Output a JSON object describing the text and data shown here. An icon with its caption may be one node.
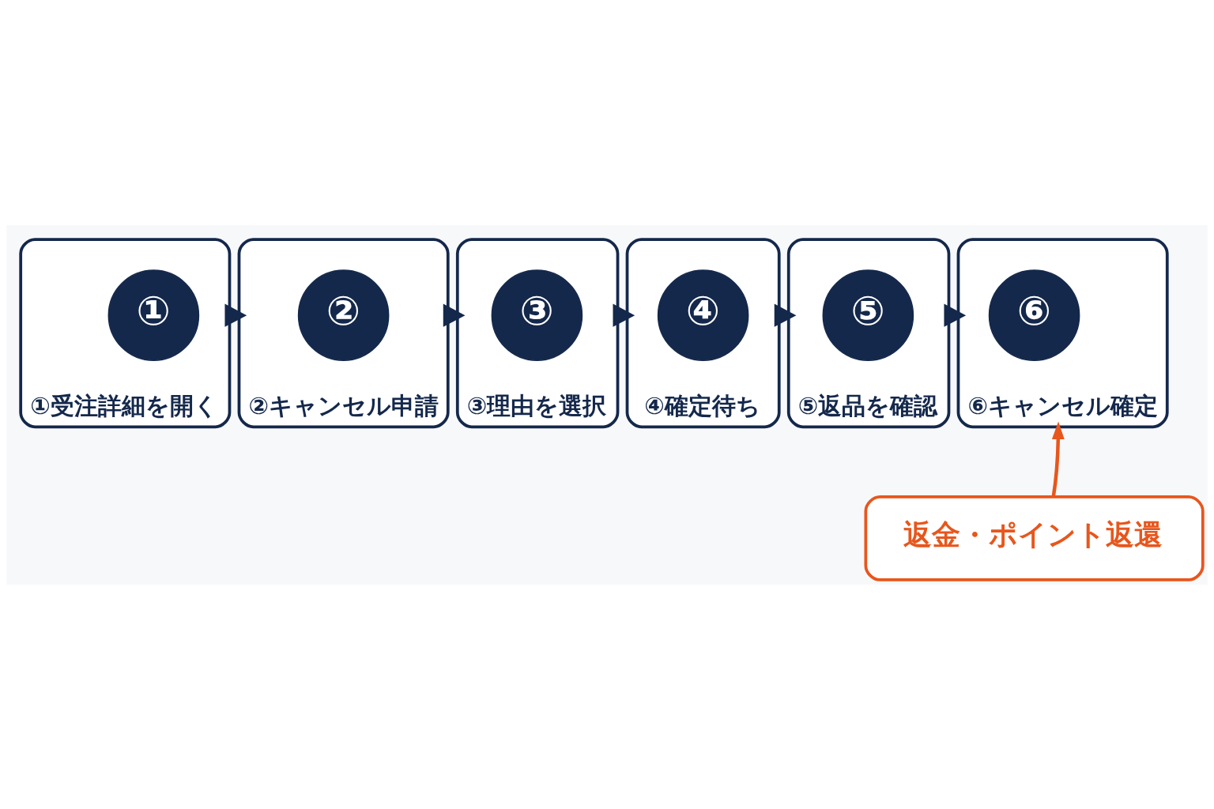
{
  "diagram": {
    "nodes": [
      {
        "text": [
          "①受注詳細を開く"
        ]
      },
      {
        "text": [
          "①"
        ],
        "in": 0
      },
      {
        "text": [
          "②キャンセル申請"
        ]
      },
      {
        "text": [
          "②"
        ],
        "in": 2
      },
      {
        "text": [
          "③理由を選択"
        ]
      },
      {
        "text": [
          "③"
        ],
        "in": 4
      },
      {
        "text": [
          "④確定待ち"
        ]
      },
      {
        "text": [
          "④"
        ],
        "in": 6
      },
      {
        "text": [
          "⑤返品を確認"
        ]
      },
      {
        "text": [
          "⑤"
        ],
        "in": 8
      },
      {
        "text": [
          "⑥キャンセル確定"
        ]
      },
      {
        "text": [
          "⑥"
        ],
        "in": 10
      },
      {
        "text": [
          "返金・ポイント返還"
        ]
      }
    ],
    "edges": [
      {
        "from": 0,
        "to": 2,
        "arrow": "to"
      },
      {
        "from": 2,
        "to": 4,
        "arrow": "to"
      },
      {
        "from": 4,
        "to": 6,
        "arrow": "to"
      },
      {
        "from": 6,
        "to": 8,
        "arrow": "to"
      },
      {
        "from": 8,
        "to": 10,
        "arrow": "to"
      },
      {
        "from": 12,
        "to": 10,
        "arrow": "to",
        "color": "#e8561c"
      }
    ]
  }
}
